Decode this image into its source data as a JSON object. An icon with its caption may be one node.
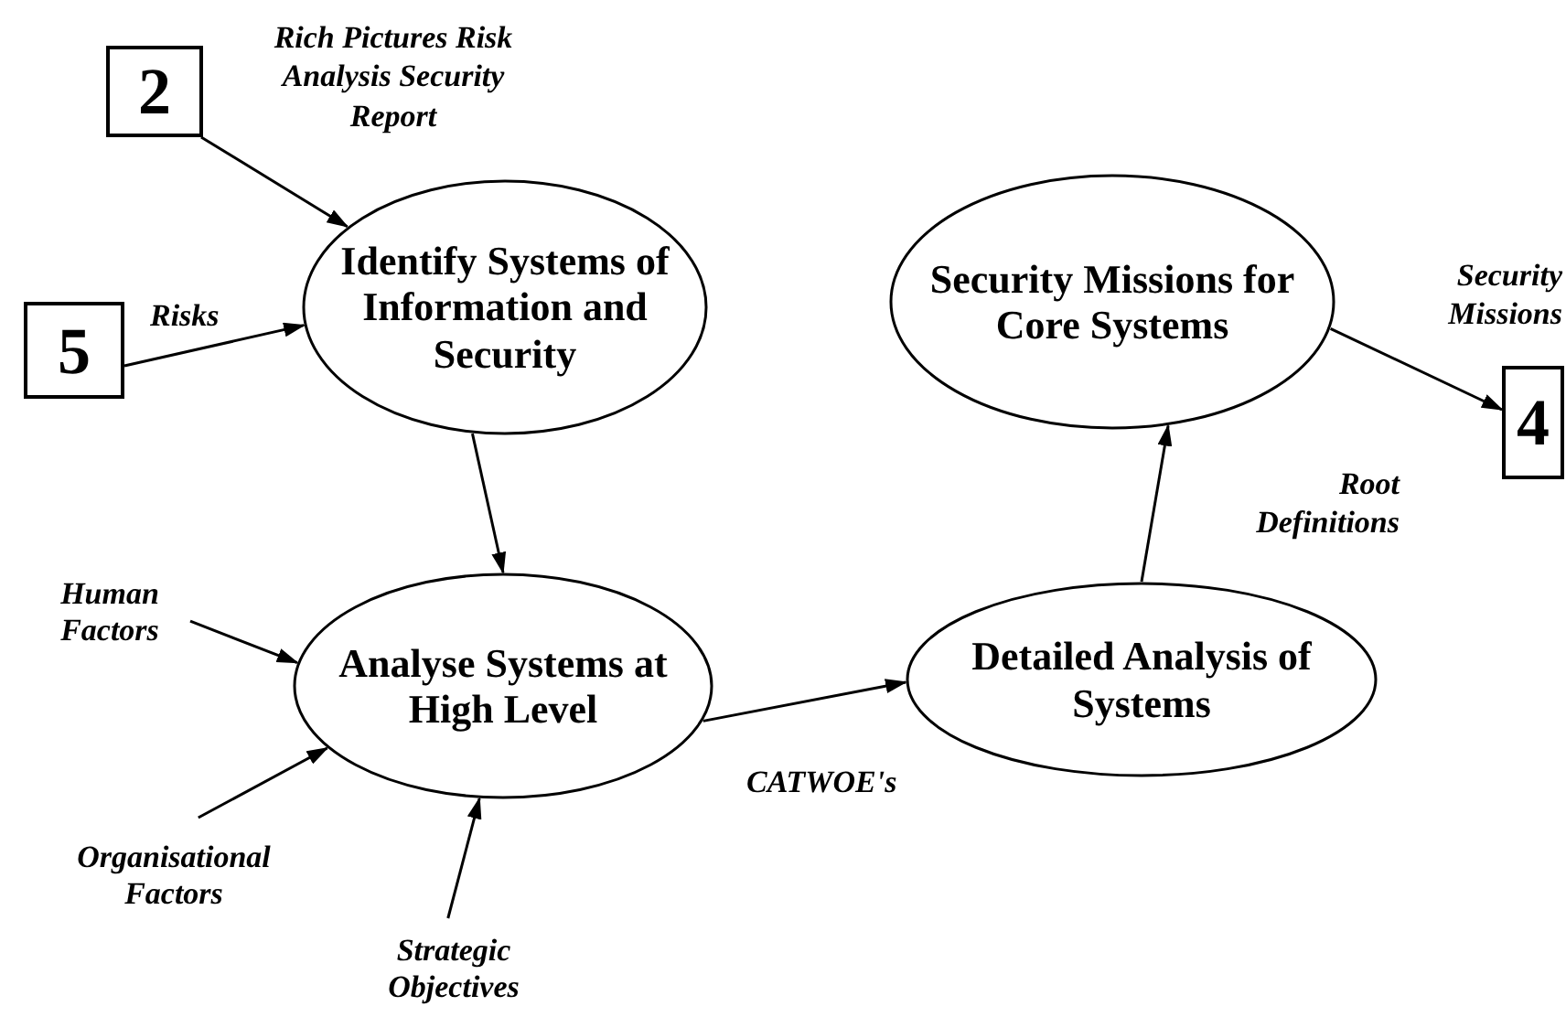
{
  "diagram": {
    "nodes": [
      {
        "text": [
          "2"
        ]
      },
      {
        "text": [
          "5"
        ]
      },
      {
        "text": [
          "Identify Systems of Information and Security"
        ]
      },
      {
        "text": [
          "Security Missions for Core Systems"
        ]
      },
      {
        "text": [
          "4"
        ]
      },
      {
        "text": [
          "Human Factors"
        ]
      },
      {
        "text": [
          "Analyse Systems at High Level"
        ]
      },
      {
        "text": [
          "Detailed Analysis of Systems"
        ]
      },
      {
        "text": [
          "Organisational Factors"
        ]
      },
      {
        "text": [
          "Strategic Objectives"
        ]
      }
    ],
    "edges": [
      {
        "from": 0,
        "to": 2,
        "arrow": "to",
        "label": "Rich Pictures Risk Analysis Security Report"
      },
      {
        "from": 1,
        "to": 2,
        "arrow": "to",
        "label": "Risks"
      },
      {
        "from": 3,
        "to": 4,
        "arrow": "to",
        "label": "Security Missions"
      },
      {
        "from": 2,
        "to": 6,
        "arrow": "to"
      },
      {
        "from": 5,
        "to": 6,
        "arrow": "to"
      },
      {
        "from": 8,
        "to": 6,
        "arrow": "to"
      },
      {
        "from": 9,
        "to": 6,
        "arrow": "to"
      },
      {
        "from": 6,
        "to": 7,
        "arrow": "to",
        "label": "CATWOE's"
      },
      {
        "from": 7,
        "to": 3,
        "arrow": "to",
        "label": "Root Definitions"
      }
    ]
  }
}
